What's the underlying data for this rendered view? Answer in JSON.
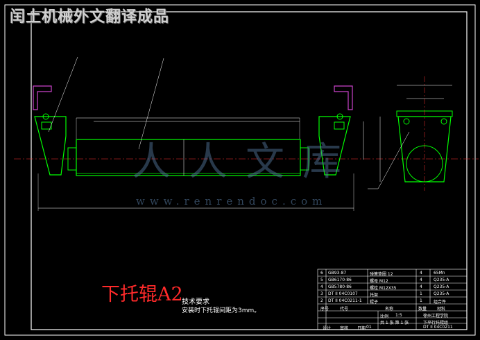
{
  "header": {
    "banner_text": "闰土机械外文翻译成品"
  },
  "drawing": {
    "title": "下托辊A2"
  },
  "notes": {
    "heading": "技术要求",
    "text": "安装时下托辊间距为3mm。"
  },
  "watermark": {
    "logo_text": "人人文库",
    "url": "www.renrendoc.com"
  },
  "title_block": {
    "parts_rows": [
      {
        "no": "6",
        "code": "GB93-87",
        "name": "弹簧垫圈 12",
        "qty": "4",
        "material": "65Mn"
      },
      {
        "no": "5",
        "code": "GB6170-86",
        "name": "螺母 M12",
        "qty": "4",
        "material": "Q235-A"
      },
      {
        "no": "4",
        "code": "GB5780-86",
        "name": "螺栓 M12X35",
        "qty": "4",
        "material": "Q235-A"
      },
      {
        "no": "3",
        "code": "DT II 04C0107",
        "name": "托架",
        "qty": "1",
        "material": "Q235-A"
      },
      {
        "no": "2",
        "code": "DT II 04C0211-1",
        "name": "辊子",
        "qty": "1",
        "material": "组合件"
      }
    ],
    "header_labels": {
      "no": "序号",
      "code": "代号",
      "name": "名称",
      "qty": "数量",
      "material": "材料"
    },
    "school": "徐州工程学院",
    "scale_label": "比例",
    "scale_value": "1:5",
    "drawing_name": "下平行托辊组",
    "sheet_text": "共 1 张 第 1 张",
    "drawing_number": "DT II 04C0211",
    "footer": [
      "设计",
      "审核",
      "日期"
    ],
    "quantity_note": "01"
  },
  "colors": {
    "frame": "#ffffff",
    "part_outline": "#00ff00",
    "dimension": "#ffffff",
    "centerline": "#ff3030",
    "bracket_top": "#cc44cc",
    "title_red": "#ff2a2a",
    "watermark": "#5a7ea6"
  }
}
